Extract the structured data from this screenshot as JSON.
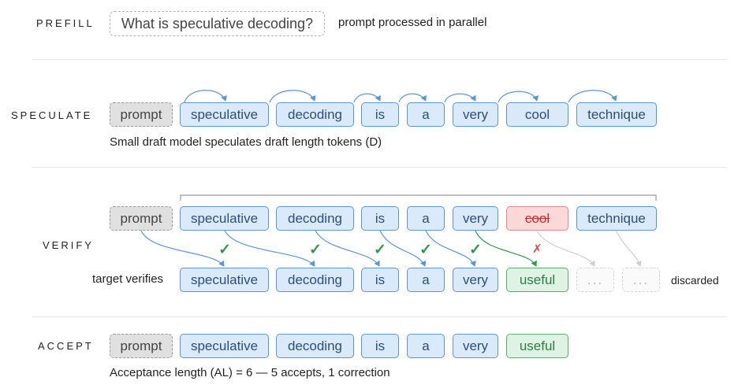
{
  "stages": {
    "prefill": "PREFILL",
    "speculate": "SPECULATE",
    "verify": "VERIFY",
    "accept": "ACCEPT"
  },
  "prefill": {
    "prompt_text": "What is speculative decoding?",
    "note": "prompt processed in parallel"
  },
  "speculate": {
    "tokens": [
      "prompt",
      "speculative",
      "decoding",
      "is",
      "a",
      "very",
      "cool",
      "technique"
    ],
    "caption": "Small draft model speculates draft length tokens (D)"
  },
  "verify": {
    "draft_tokens": [
      "prompt",
      "speculative",
      "decoding",
      "is",
      "a",
      "very",
      "cool",
      "technique"
    ],
    "rejected_token": "cool",
    "target_label": "target verifies",
    "target_tokens": [
      "speculative",
      "decoding",
      "is",
      "a",
      "very",
      "useful",
      "...",
      "..."
    ],
    "discarded_label": "discarded",
    "check_mark": "✓",
    "cross_mark": "✗"
  },
  "accept": {
    "tokens": [
      "prompt",
      "speculative",
      "decoding",
      "is",
      "a",
      "very",
      "useful"
    ],
    "caption": "Acceptance length (AL) = 6 — 5 accepts, 1 correction"
  },
  "colors": {
    "draft_blue": "#5b95d4",
    "accept_green": "#2e9a4a",
    "reject_red": "#d94a4a",
    "discard_grey": "#c9d0d8"
  }
}
